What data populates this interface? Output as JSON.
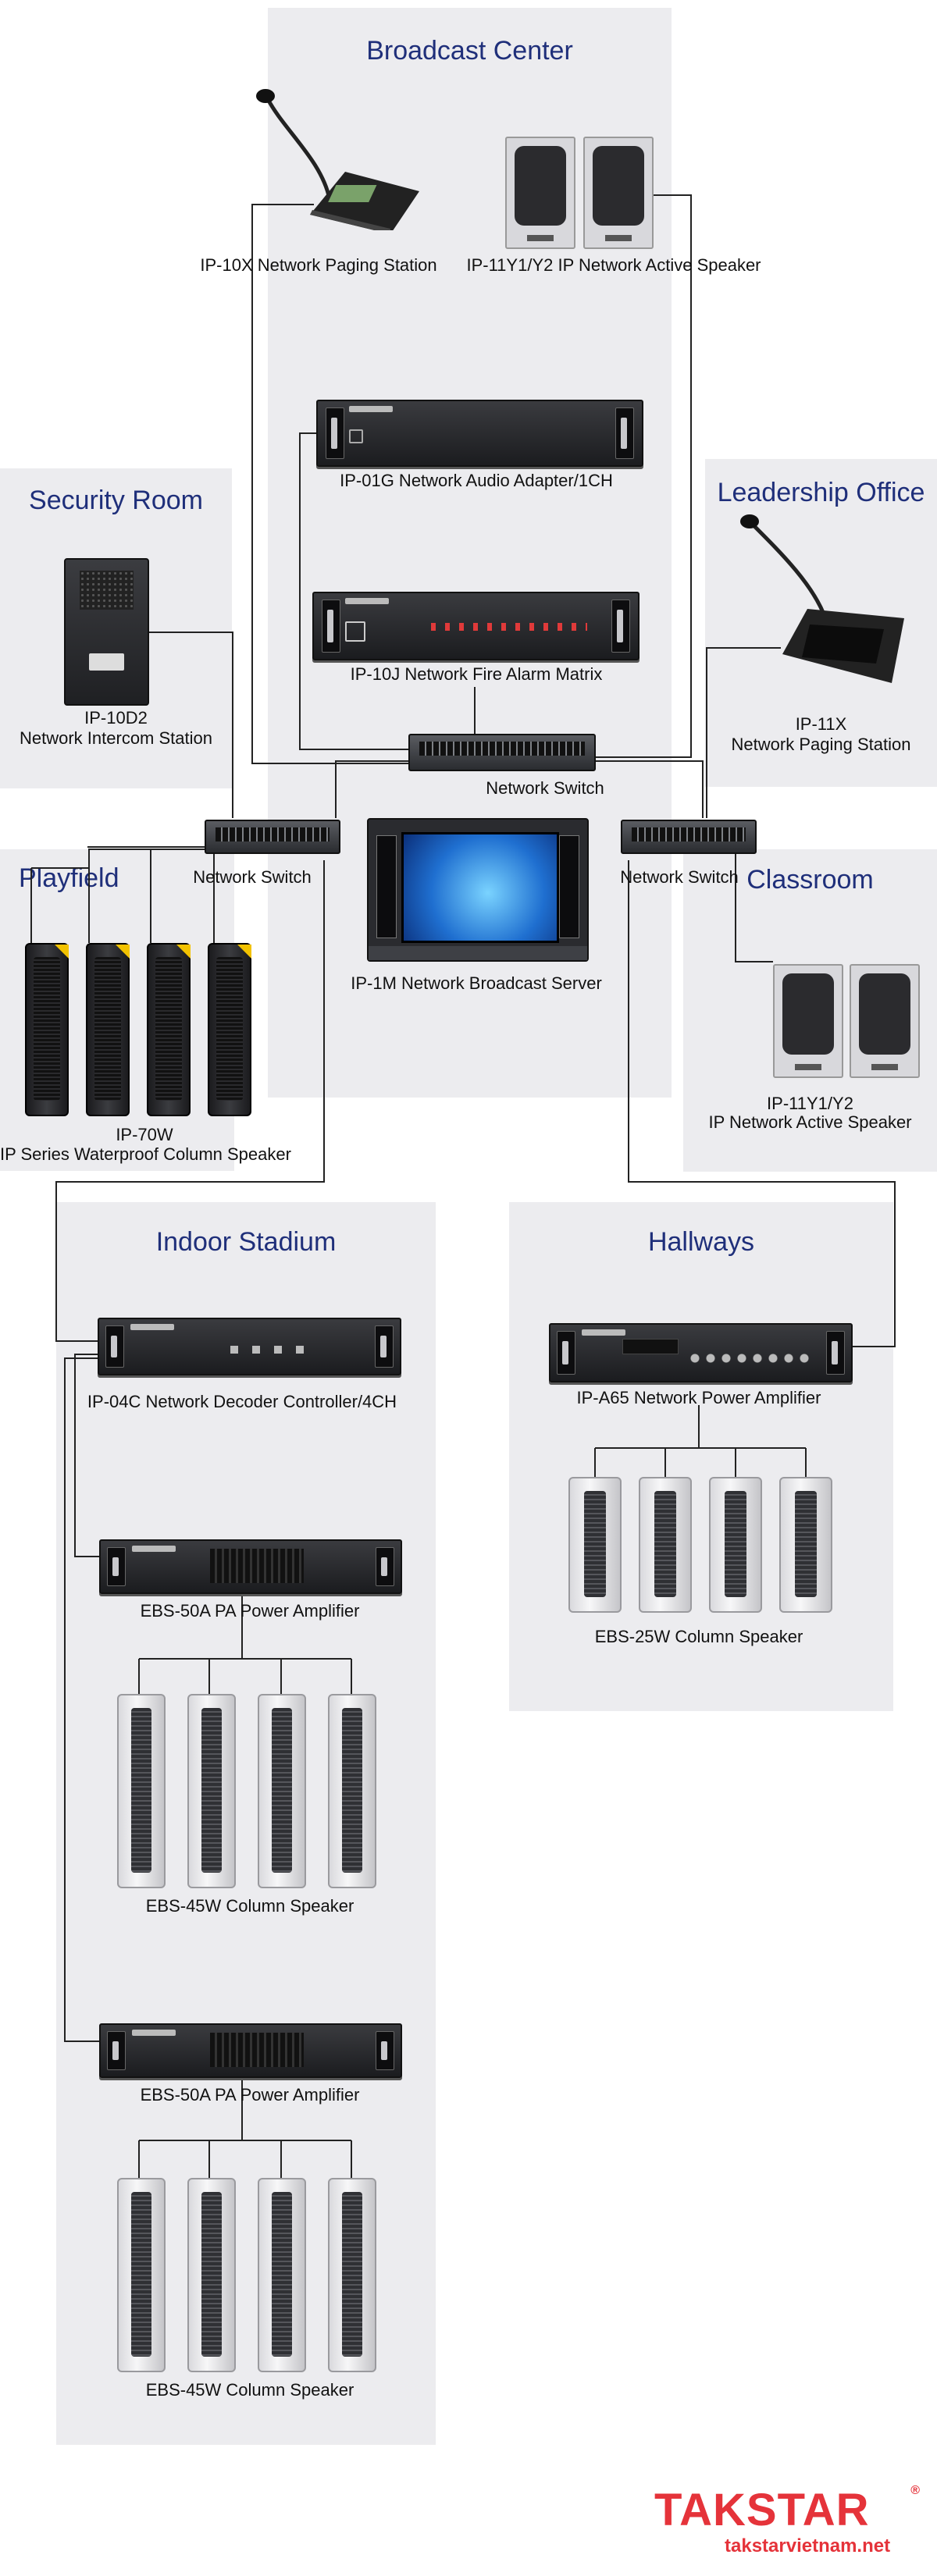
{
  "zones": {
    "broadcast_center": "Broadcast Center",
    "security_room": "Security Room",
    "leadership_office": "Leadership Office",
    "playfield": "Playfield",
    "classroom": "Classroom",
    "indoor_stadium": "Indoor Stadium",
    "hallways": "Hallways"
  },
  "devices": {
    "ip10x": "IP-10X Network Paging Station",
    "ip11y_bc": "IP-11Y1/Y2 IP Network Active Speaker",
    "ip01g": "IP-01G Network Audio Adapter/1CH",
    "ip10j": "IP-10J Network Fire Alarm Matrix",
    "switch_center": "Network Switch",
    "switch_left": "Network Switch",
    "switch_right": "Network Switch",
    "ip1m": "IP-1M Network Broadcast Server",
    "ip10d2_model": "IP-10D2",
    "ip10d2_name": "Network Intercom Station",
    "ip11x_model": "IP-11X",
    "ip11x_name": "Network Paging Station",
    "ip70w_model": "IP-70W",
    "ip70w_name": "IP Series Waterproof Column Speaker",
    "ip11y_cl_model": "IP-11Y1/Y2",
    "ip11y_cl_name": "IP Network Active Speaker",
    "ip04c": "IP-04C Network Decoder Controller/4CH",
    "ebs50a_1": "EBS-50A PA Power Amplifier",
    "ebs45w_1": "EBS-45W Column Speaker",
    "ebs50a_2": "EBS-50A PA Power Amplifier",
    "ebs45w_2": "EBS-45W Column Speaker",
    "ipa65": "IP-A65 Network Power Amplifier",
    "ebs25w": "EBS-25W Column Speaker"
  },
  "brand": {
    "logo": "TAKSTAR",
    "site": "takstarvietnam.net",
    "reg": "®"
  },
  "colors": {
    "zone_bg": "#ececef",
    "title": "#1f2f7a",
    "logo_red": "#e5333a",
    "wire": "#222222"
  },
  "icons": [
    "microphone-icon",
    "speaker-icon",
    "rack-unit-icon",
    "switch-icon",
    "monitor-icon",
    "intercom-icon"
  ]
}
